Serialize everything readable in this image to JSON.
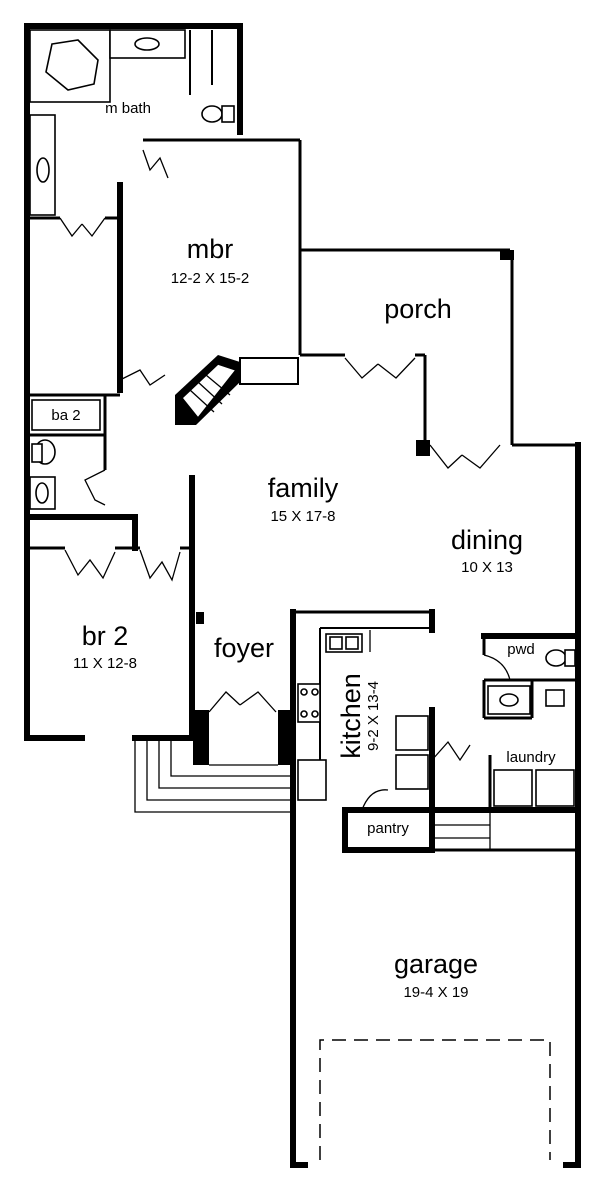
{
  "plan": {
    "rooms": [
      {
        "name": "m bath",
        "dims": ""
      },
      {
        "name": "mbr",
        "dims": "12-2 X 15-2"
      },
      {
        "name": "porch",
        "dims": ""
      },
      {
        "name": "ba 2",
        "dims": ""
      },
      {
        "name": "family",
        "dims": "15 X 17-8"
      },
      {
        "name": "dining",
        "dims": "10 X 13"
      },
      {
        "name": "br 2",
        "dims": "11 X 12-8"
      },
      {
        "name": "foyer",
        "dims": ""
      },
      {
        "name": "kitchen",
        "dims": "9-2 X 13-4"
      },
      {
        "name": "pwd",
        "dims": ""
      },
      {
        "name": "laundry",
        "dims": ""
      },
      {
        "name": "pantry",
        "dims": ""
      },
      {
        "name": "garage",
        "dims": "19-4 X 19"
      }
    ]
  }
}
